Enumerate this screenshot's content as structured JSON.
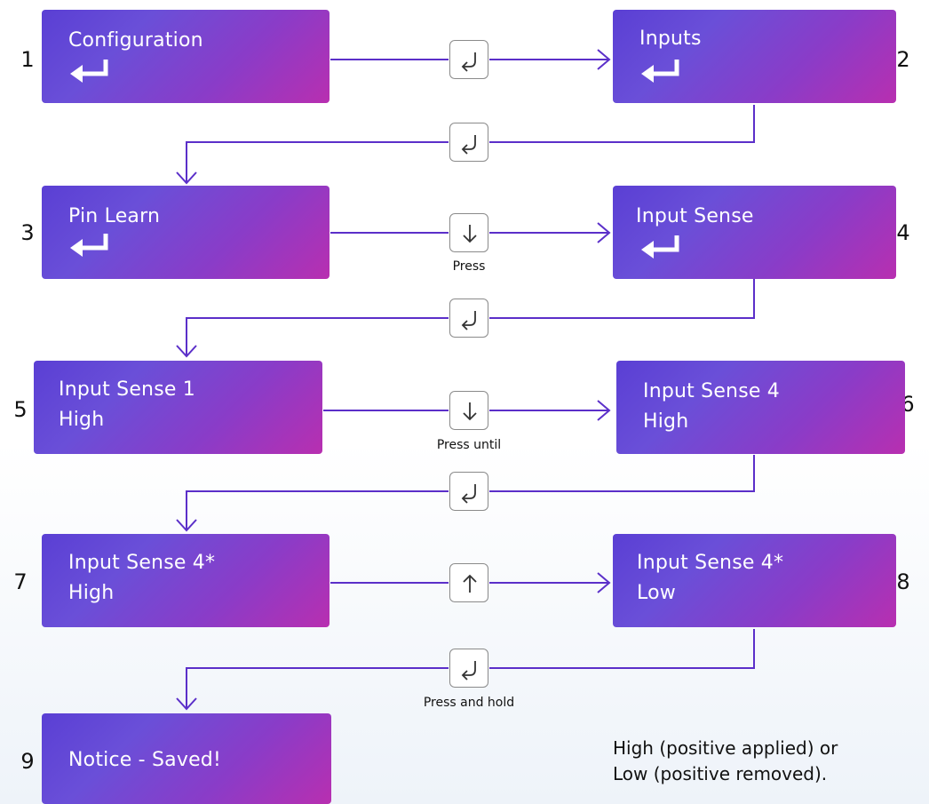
{
  "colors": {
    "connector": "#5b2fc9",
    "screen_start": "#5a3fd4",
    "screen_end": "#b82fb0",
    "key_border": "#8a8a8a"
  },
  "steps": [
    {
      "num": "1",
      "line1": "Configuration",
      "line2": "",
      "icon": "enter-arrow-icon"
    },
    {
      "num": "2",
      "line1": "Inputs",
      "line2": "",
      "icon": "enter-arrow-icon"
    },
    {
      "num": "3",
      "line1": "Pin Learn",
      "line2": "",
      "icon": "enter-arrow-icon"
    },
    {
      "num": "4",
      "line1": "Input Sense",
      "line2": "",
      "icon": "enter-arrow-icon"
    },
    {
      "num": "5",
      "line1": "Input Sense 1",
      "line2": "High"
    },
    {
      "num": "6",
      "line1": "Input Sense 4",
      "line2": "High"
    },
    {
      "num": "7",
      "line1": "Input Sense 4*",
      "line2": "High"
    },
    {
      "num": "8",
      "line1": "Input Sense 4*",
      "line2": "Low"
    },
    {
      "num": "9",
      "line1": "Notice - Saved!",
      "line2": ""
    }
  ],
  "keys": [
    {
      "icon": "enter-key-icon"
    },
    {
      "icon": "enter-key-icon"
    },
    {
      "icon": "down-arrow-key-icon",
      "caption": "Press"
    },
    {
      "icon": "enter-key-icon"
    },
    {
      "icon": "down-arrow-key-icon",
      "caption": "Press until"
    },
    {
      "icon": "enter-key-icon"
    },
    {
      "icon": "up-arrow-key-icon"
    },
    {
      "icon": "enter-key-icon",
      "caption": "Press and hold"
    }
  ],
  "note": {
    "line1": "High (positive applied) or",
    "line2": "Low (positive removed)."
  }
}
